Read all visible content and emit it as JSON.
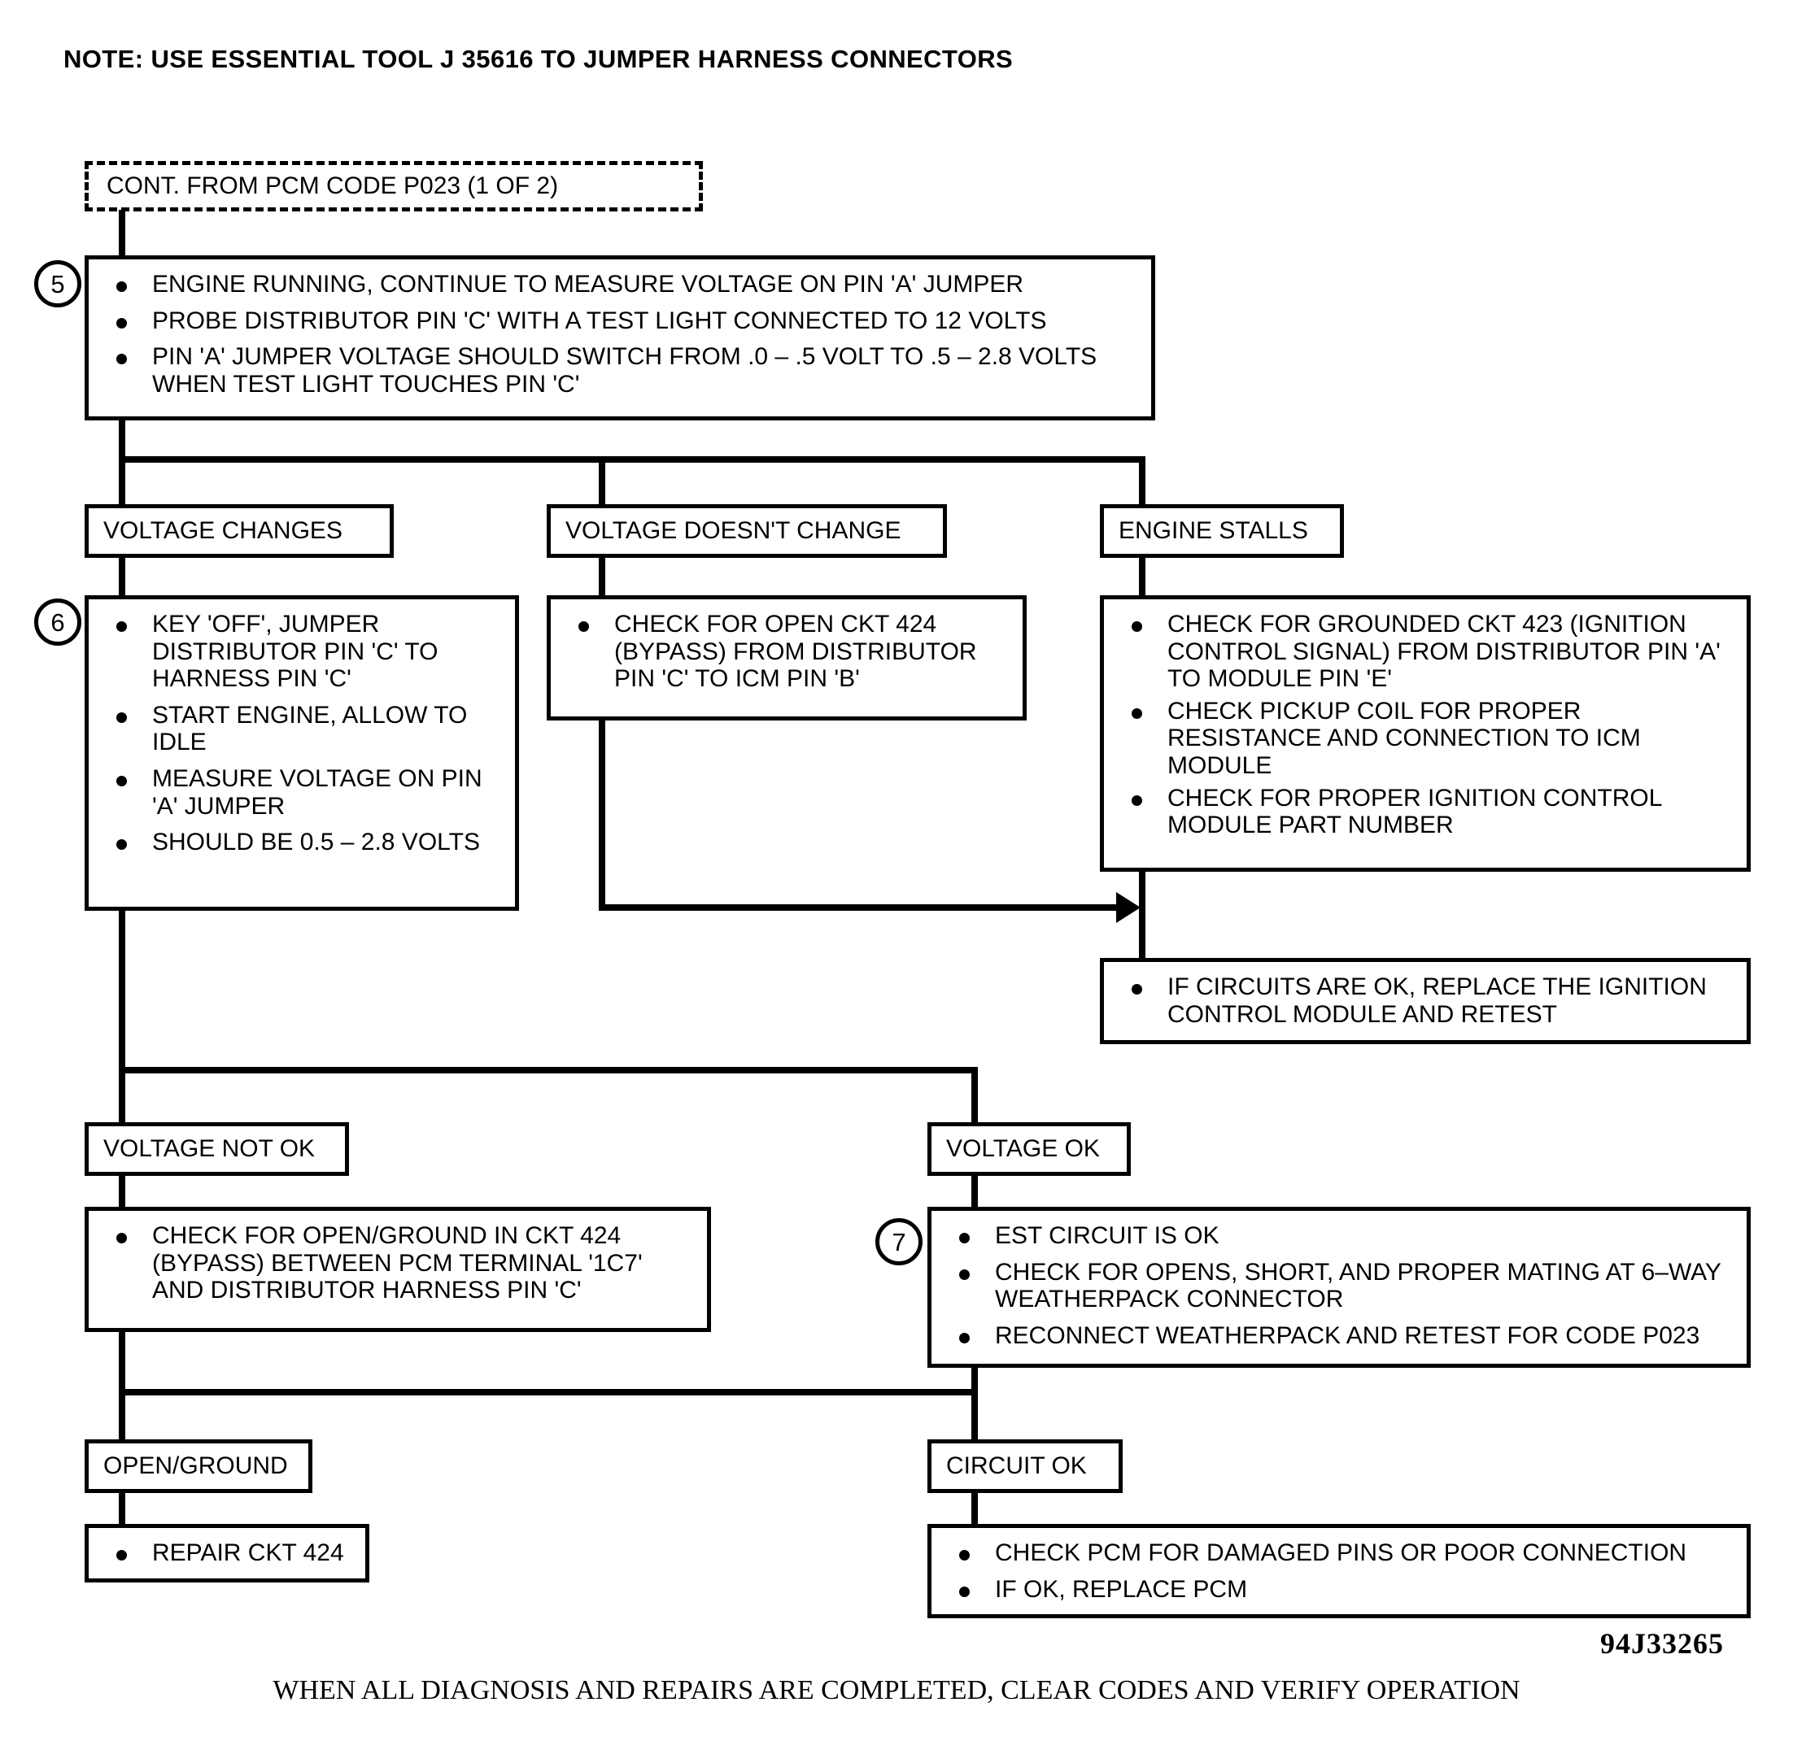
{
  "header": {
    "note": "NOTE:  USE ESSENTIAL TOOL J  35616 TO JUMPER HARNESS CONNECTORS"
  },
  "entry": {
    "label": "CONT. FROM PCM CODE P023 (1 OF 2)"
  },
  "steps": {
    "five": "5",
    "six": "6",
    "seven": "7"
  },
  "step5": {
    "bullets": [
      "ENGINE RUNNING, CONTINUE TO MEASURE VOLTAGE ON PIN 'A' JUMPER",
      "PROBE DISTRIBUTOR PIN 'C' WITH A TEST LIGHT CONNECTED TO 12 VOLTS",
      "PIN 'A' JUMPER VOLTAGE SHOULD SWITCH FROM .0 – .5 VOLT TO .5 – 2.8 VOLTS WHEN TEST LIGHT TOUCHES PIN 'C'"
    ]
  },
  "branches": {
    "voltage_changes": "VOLTAGE CHANGES",
    "voltage_doesnt_change": "VOLTAGE DOESN'T CHANGE",
    "engine_stalls": "ENGINE STALLS"
  },
  "step6": {
    "bullets": [
      "KEY 'OFF', JUMPER DISTRIBUTOR PIN 'C' TO HARNESS PIN 'C'",
      "START ENGINE, ALLOW TO IDLE",
      "MEASURE VOLTAGE ON PIN 'A' JUMPER",
      "SHOULD BE 0.5 – 2.8 VOLTS"
    ]
  },
  "open_ckt_box": {
    "bullets": [
      "CHECK FOR OPEN CKT 424 (BYPASS) FROM DISTRIBUTOR PIN 'C' TO ICM PIN 'B'"
    ]
  },
  "stalls_box": {
    "bullets": [
      "CHECK FOR GROUNDED CKT 423 (IGNITION CONTROL SIGNAL) FROM DISTRIBUTOR PIN 'A' TO MODULE PIN 'E'",
      "CHECK PICKUP COIL FOR PROPER RESISTANCE AND CONNECTION TO ICM MODULE",
      "CHECK FOR PROPER IGNITION CONTROL MODULE PART NUMBER"
    ]
  },
  "replace_icm_box": {
    "bullets": [
      "IF CIRCUITS ARE OK, REPLACE THE IGNITION CONTROL MODULE AND RETEST"
    ]
  },
  "results": {
    "voltage_not_ok": "VOLTAGE NOT OK",
    "voltage_ok": "VOLTAGE OK",
    "open_ground": "OPEN/GROUND",
    "circuit_ok": "CIRCUIT OK"
  },
  "not_ok_box": {
    "bullets": [
      "CHECK FOR OPEN/GROUND IN CKT 424 (BYPASS) BETWEEN PCM TERMINAL '1C7' AND DISTRIBUTOR HARNESS PIN 'C'"
    ]
  },
  "step7": {
    "bullets": [
      "EST CIRCUIT IS OK",
      "CHECK FOR OPENS, SHORT, AND PROPER MATING AT 6–WAY WEATHERPACK CONNECTOR",
      "RECONNECT WEATHERPACK AND RETEST FOR CODE P023"
    ]
  },
  "repair_box": {
    "bullets": [
      "REPAIR CKT 424"
    ]
  },
  "pcm_box": {
    "bullets": [
      "CHECK PCM FOR DAMAGED PINS OR POOR CONNECTION",
      "IF OK,  REPLACE PCM"
    ]
  },
  "figure": {
    "id": "94J33265",
    "footer": "WHEN ALL DIAGNOSIS AND REPAIRS ARE COMPLETED, CLEAR CODES AND VERIFY OPERATION"
  },
  "colors": {
    "ink": "#000000",
    "paper": "#ffffff"
  }
}
